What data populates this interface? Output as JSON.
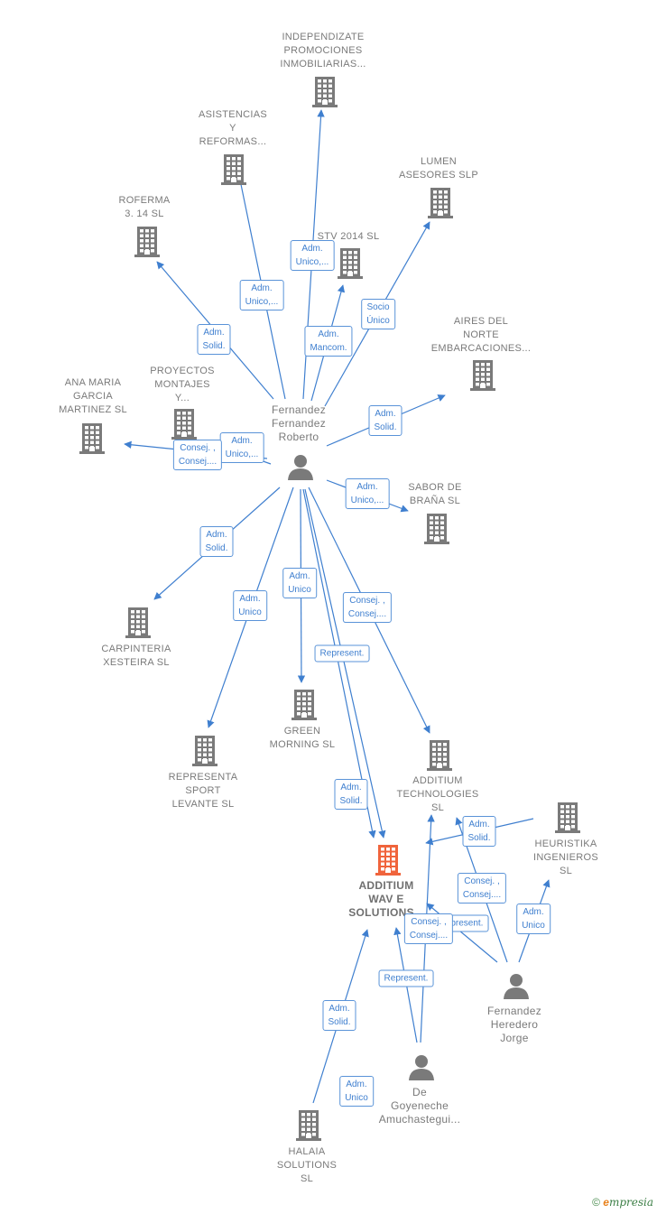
{
  "colors": {
    "company": "#7a7a7a",
    "focus_company": "#f0643c",
    "person": "#7a7a7a",
    "edge": "#3f7fcf",
    "label_border": "#5a93d8"
  },
  "nodes": [
    {
      "id": "n1",
      "type": "company",
      "icon": "building-icon",
      "label": "INDEPENDIZATE\nPROMOCIONES\nINMOBILIARIAS..."
    },
    {
      "id": "n2",
      "type": "company",
      "icon": "building-icon",
      "label": "ASISTENCIAS\nY\nREFORMAS..."
    },
    {
      "id": "n3",
      "type": "company",
      "icon": "building-icon",
      "label": "LUMEN\nASESORES SLP"
    },
    {
      "id": "n4",
      "type": "company",
      "icon": "building-icon",
      "label": "ROFERMA\n3. 14 SL"
    },
    {
      "id": "n5",
      "type": "company",
      "icon": "building-icon",
      "label": "STV 2014 SL"
    },
    {
      "id": "n6",
      "type": "company",
      "icon": "building-icon",
      "label": "AIRES DEL\nNORTE\nEMBARCACIONES..."
    },
    {
      "id": "n7",
      "type": "company",
      "icon": "building-icon",
      "label": "ANA MARIA\nGARCIA\nMARTINEZ SL"
    },
    {
      "id": "n8",
      "type": "company",
      "icon": "building-icon",
      "label": "PROYECTOS\nMONTAJES\nY..."
    },
    {
      "id": "p1",
      "type": "person",
      "icon": "person-icon",
      "label": "Fernandez\nFernandez\nRoberto"
    },
    {
      "id": "n9",
      "type": "company",
      "icon": "building-icon",
      "label": "SABOR DE\nBRAÑA SL"
    },
    {
      "id": "n10",
      "type": "company",
      "icon": "building-icon",
      "label": "CARPINTERIA\nXESTEIRA SL"
    },
    {
      "id": "n11",
      "type": "company",
      "icon": "building-icon",
      "label": "GREEN\nMORNING SL"
    },
    {
      "id": "n12",
      "type": "company",
      "icon": "building-icon",
      "label": "REPRESENTA\nSPORT\nLEVANTE SL"
    },
    {
      "id": "n13",
      "type": "company",
      "icon": "building-icon",
      "label": "ADDITIUM\nTECHNOLOGIES\nSL"
    },
    {
      "id": "n14",
      "type": "company",
      "icon": "building-icon",
      "label": "HEURISTIKA\nINGENIEROS\nSL"
    },
    {
      "id": "focus",
      "type": "focus",
      "icon": "building-icon",
      "label": "ADDITIUM\nWAV E\nSOLUTIONS..."
    },
    {
      "id": "p2",
      "type": "person",
      "icon": "person-icon",
      "label": "Fernandez\nHeredero\nJorge"
    },
    {
      "id": "p3",
      "type": "person",
      "icon": "person-icon",
      "label": "De\nGoyeneche\nAmuchastegui..."
    },
    {
      "id": "n15",
      "type": "company",
      "icon": "building-icon",
      "label": "HALAIA\nSOLUTIONS\nSL"
    }
  ],
  "edges": [
    {
      "from": "p1",
      "to": "n1",
      "label": "Adm.\nUnico,..."
    },
    {
      "from": "p1",
      "to": "n2",
      "label": "Adm.\nUnico,..."
    },
    {
      "from": "p1",
      "to": "n4",
      "label": "Adm.\nSolid."
    },
    {
      "from": "p1",
      "to": "n5",
      "label": "Adm.\nMancom."
    },
    {
      "from": "p1",
      "to": "n3",
      "label": "Socio\nÚnico"
    },
    {
      "from": "p1",
      "to": "n6",
      "label": "Adm.\nSolid."
    },
    {
      "from": "p1",
      "to": "n8",
      "label": "Adm.\nUnico,..."
    },
    {
      "from": "p1",
      "to": "n7",
      "label": "Consej. ,\nConsej...."
    },
    {
      "from": "p1",
      "to": "n9",
      "label": "Adm.\nUnico,..."
    },
    {
      "from": "p1",
      "to": "n10",
      "label": "Adm.\nSolid."
    },
    {
      "from": "p1",
      "to": "n12",
      "label": "Adm.\nUnico"
    },
    {
      "from": "p1",
      "to": "n11",
      "label": "Adm.\nUnico"
    },
    {
      "from": "p1",
      "to": "focus",
      "label": "Represent."
    },
    {
      "from": "p1",
      "to": "n13",
      "label": "Consej. ,\nConsej...."
    },
    {
      "from": "p1",
      "to": "focus",
      "label": "Adm.\nSolid."
    },
    {
      "from": "p2",
      "to": "n13",
      "label": "Adm.\nSolid."
    },
    {
      "from": "p2",
      "to": "n13",
      "label": "Consej. ,\nConsej...."
    },
    {
      "from": "p2",
      "to": "n14",
      "label": "Adm.\nUnico"
    },
    {
      "from": "p2",
      "to": "focus",
      "label": "Represent."
    },
    {
      "from": "p3",
      "to": "n13",
      "label": "Consej. ,\nConsej...."
    },
    {
      "from": "p3",
      "to": "focus",
      "label": "Represent."
    },
    {
      "from": "n15",
      "to": "focus",
      "label": "Adm.\nSolid."
    },
    {
      "from": "n15",
      "to": "focus",
      "label": "Adm.\nUnico"
    }
  ],
  "footer": {
    "copyright": "©",
    "brand_e": "e",
    "brand_rest": "mpresia"
  }
}
